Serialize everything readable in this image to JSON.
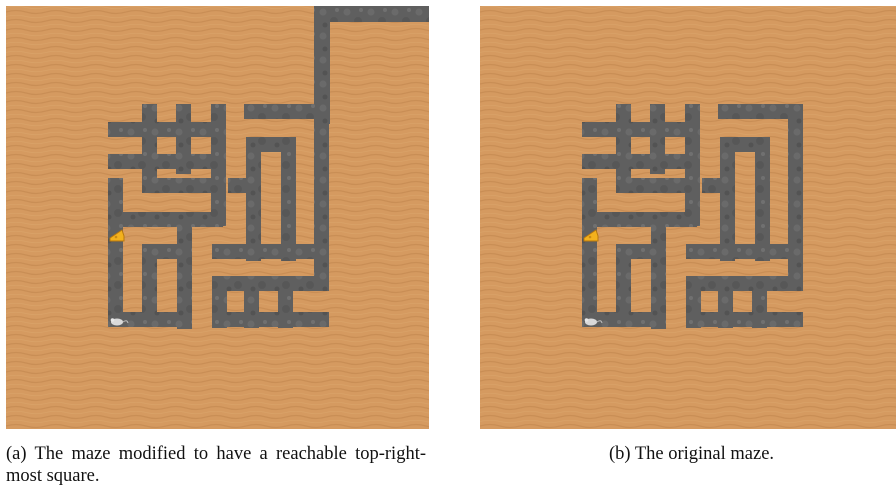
{
  "figure": {
    "panels": [
      {
        "id": "a",
        "caption_label": "(a)",
        "caption_text": "The maze modified to have a reachable top-right-most square.",
        "modified": true
      },
      {
        "id": "b",
        "caption_label": "(b)",
        "caption_text": "The original maze.",
        "modified": false
      }
    ]
  },
  "game": {
    "background": "sand",
    "path_texture": "stone",
    "goal": "cheese-icon",
    "agent": "mouse-icon"
  },
  "colors": {
    "sand": "#d59a60",
    "sand_wave": "#c98e55",
    "stone": "#5f5f5f",
    "stone_dark": "#4e4e4e",
    "cheese": "#f3b11d",
    "mouse": "#d9d9d9"
  }
}
